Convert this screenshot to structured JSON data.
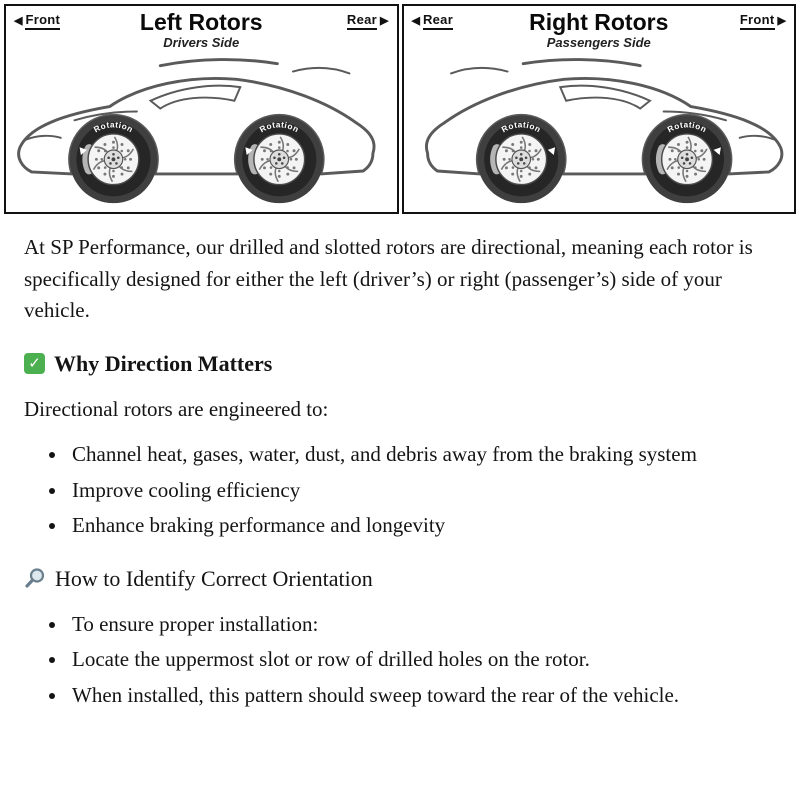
{
  "diagram": {
    "left": {
      "front_label": "Front",
      "rear_label": "Rear",
      "title": "Left Rotors",
      "subtitle": "Drivers Side",
      "rotation": "Rotation",
      "arrow_left_glyph": "◀",
      "arrow_right_glyph": "▶"
    },
    "right": {
      "front_label": "Front",
      "rear_label": "Rear",
      "title": "Right Rotors",
      "subtitle": "Passengers Side",
      "rotation": "Rotation",
      "arrow_left_glyph": "◀",
      "arrow_right_glyph": "▶"
    }
  },
  "icons": {
    "check_glyph": "✓"
  },
  "content": {
    "intro": "At SP Performance, our drilled and slotted rotors are directional, meaning each rotor is specifically designed for either the left (driver’s) or right (passenger’s) side of your vehicle.",
    "section1": {
      "heading": "Why Direction Matters",
      "lead": "Directional rotors are engineered to:",
      "bullets": [
        "Channel heat, gases, water, dust, and debris away from the braking system",
        "Improve cooling efficiency",
        "Enhance braking performance and longevity"
      ]
    },
    "section2": {
      "heading": "How to Identify Correct Orientation",
      "bullets": [
        "To ensure proper installation:",
        "Locate the uppermost slot or row of drilled holes on the rotor.",
        "When installed, this pattern should sweep toward the rear of the vehicle."
      ]
    }
  }
}
